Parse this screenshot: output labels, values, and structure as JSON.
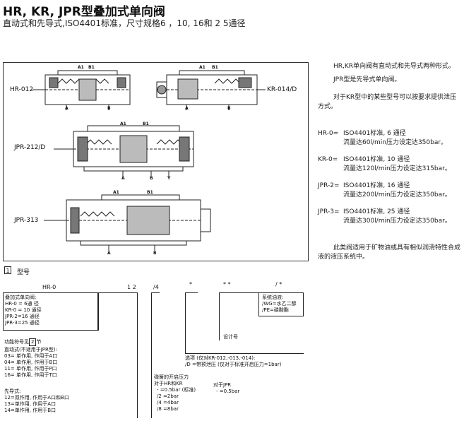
{
  "header": {
    "title": "HR, KR, JPR型叠加式单向阀",
    "subtitle": "直动式和先导式,ISO4401标准，尺寸规格6 ，10, 16和 2 5通径"
  },
  "drawings": {
    "labels": {
      "hr012": "HR-012",
      "kr014d": "KR-014/D",
      "jpr212d": "JPR-212/D",
      "jpr313": "JPR-313"
    },
    "ports": {
      "a1": "A1",
      "b1": "B1",
      "a": "A",
      "b": "B",
      "y": "Y"
    }
  },
  "description": {
    "p1": "HR,KR单向阀有直动式和先导式两种形式。",
    "p2": "JPR型是先导式单向阀。",
    "p3": "对于KR型中的某些型号可以按要求提供泄压方式。",
    "specs": [
      {
        "key": "HR-0=",
        "line1": "ISO4401标准, 6 通径",
        "line2": "流量达60l/min压力设定达350bar。"
      },
      {
        "key": "KR-0=",
        "line1": "ISO4401标准, 10 通径",
        "line2": "流量达120l/min压力设定达315bar。"
      },
      {
        "key": "JPR-2=",
        "line1": "ISO4401标准, 16 通径",
        "line2": "流量达200l/min压力设定达350bar。"
      },
      {
        "key": "JPR-3=",
        "line1": "ISO4401标准, 25 通径",
        "line2": "流量达300l/min压力设定达350bar。"
      }
    ],
    "p4": "此类阀适用于矿物油或具有相似润滑特性合成液的液压系统中。"
  },
  "model_code": {
    "section_number": "1",
    "section_title": "型号",
    "codes": {
      "c1": "HR-0",
      "c2": "1 2",
      "c3": "/4",
      "c4": "*",
      "c5": "* *",
      "c6": "/ *"
    },
    "valve_box": {
      "title": "叠加式单向阀:",
      "items": [
        "HR-0 = 6通 径",
        "KR-0 = 10 通径",
        "JPR-2=16 通径",
        "JPR-3=25 通径"
      ]
    },
    "function_text": "功能符号见",
    "function_box": "2",
    "function_suffix": "节",
    "direct_title": "直动式(不适用于JPR型):",
    "direct_items": [
      "03= 单作用, 作用于A口",
      "04= 单作用, 作用于B口",
      "11= 单作用, 作用于P口",
      "16= 单作用, 作用于T口"
    ],
    "pilot_title": "先导式:",
    "pilot_items": [
      "12=双作用, 作用于A口和B口",
      "13=单作用, 作用于A口",
      "14=单作用, 作用于B口"
    ],
    "spring_title": "弹簧的开启压力",
    "spring_hr_kr": "对于HR和KR",
    "spring_hr_items": [
      "- =0.5bar (标准)",
      "/2 =2bar",
      "/4 =4bar",
      "/8 =8bar"
    ],
    "spring_jpr": "对于JPR",
    "spring_jpr_items": [
      "- =0.5bar"
    ],
    "options_title": "选项 (仅对KR-012,-013,-014):",
    "options_item": "/D =带预泄压 (仅对于标准开启压力=1bar)",
    "design_label": "设计号",
    "seal_title": "系统油液:",
    "seal_items": [
      "/WG=水乙二醇",
      "/PE=磷酸酯"
    ]
  }
}
